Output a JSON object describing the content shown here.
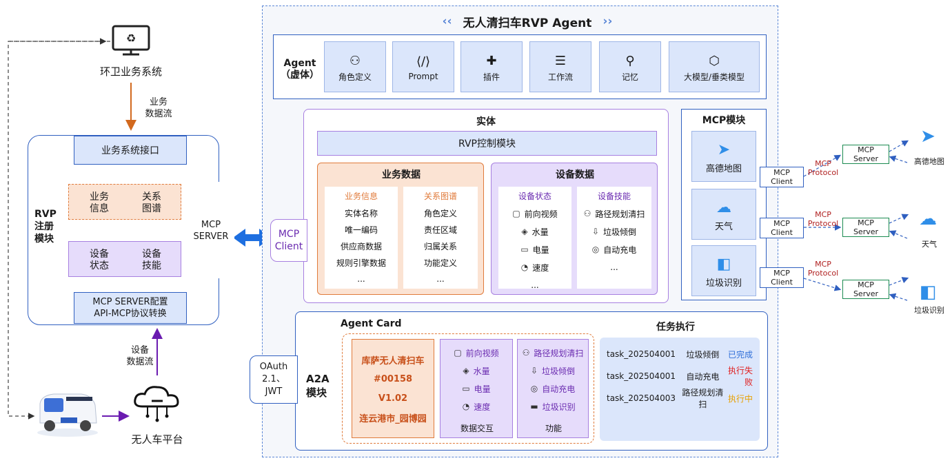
{
  "left": {
    "sanitation_system": "环卫业务系统",
    "business_flow": "业务\n数据流",
    "biz_interface": "业务系统接口",
    "biz_info": "业务\n信息",
    "relation_graph": "关系\n图谱",
    "device_status": "设备\n状态",
    "device_skill": "设备\n技能",
    "rvp_module": "RVP\n注册\n模块",
    "mcp_server": "MCP\nSERVER",
    "mcp_config": "MCP SERVER配置\nAPI-MCP协议转换",
    "device_flow": "设备\n数据流",
    "platform": "无人车平台"
  },
  "agent": {
    "title": "无人清扫车RVP Agent",
    "virtual_label": "Agent\n（虚体）",
    "features": [
      {
        "label": "角色定义",
        "icon": "role-icon"
      },
      {
        "label": "Prompt",
        "icon": "prompt-icon"
      },
      {
        "label": "插件",
        "icon": "plugin-icon"
      },
      {
        "label": "工作流",
        "icon": "workflow-icon"
      },
      {
        "label": "记忆",
        "icon": "memory-icon"
      },
      {
        "label": "大模型/垂类模型",
        "icon": "model-icon"
      }
    ]
  },
  "entity": {
    "title": "实体",
    "rvp_control": "RVP控制模块",
    "mcp_client": "MCP\nClient",
    "business_data": {
      "title": "业务数据",
      "info_title": "业务信息",
      "info_items": [
        "实体名称",
        "唯一编码",
        "供应商数据",
        "规则引擎数据",
        "..."
      ],
      "graph_title": "关系图谱",
      "graph_items": [
        "角色定义",
        "责任区域",
        "归属关系",
        "功能定义",
        "..."
      ]
    },
    "device_data": {
      "title": "设备数据",
      "status_title": "设备状态",
      "status_items": [
        "前向视频",
        "水量",
        "电量",
        "速度",
        "..."
      ],
      "skill_title": "设备技能",
      "skill_items": [
        "路径规划清扫",
        "垃圾倾倒",
        "自动充电",
        "..."
      ]
    }
  },
  "mcp_module": {
    "title": "MCP模块",
    "items": [
      {
        "label": "高德地图",
        "icon": "amap-icon"
      },
      {
        "label": "天气",
        "icon": "weather-icon"
      },
      {
        "label": "垃圾识别",
        "icon": "camera-icon"
      }
    ],
    "client": "MCP\nClient",
    "protocol": "MCP\nProtocol",
    "server": "MCP\nServer",
    "externals": [
      "高德地图",
      "天气",
      "垃圾识别"
    ]
  },
  "a2a": {
    "agent_card": "Agent Card",
    "oauth": "OAuth 2.1、\nJWT",
    "module": "A2A\n模块",
    "vehicle": [
      "库萨无人清扫车",
      "#00158",
      "V1.02",
      "连云港市_园博园"
    ],
    "interaction_items": [
      "前向视频",
      "水量",
      "电量",
      "速度"
    ],
    "interaction_label": "数据交互",
    "function_items": [
      "路径规划清扫",
      "垃圾倾倒",
      "自动充电",
      "垃圾识别",
      "..."
    ],
    "function_label": "功能",
    "tasks_title": "任务执行",
    "tasks": [
      {
        "id": "task_202504001",
        "name": "垃圾倾倒",
        "status": "已完成",
        "color": "#2f6fd8"
      },
      {
        "id": "task_202504001",
        "name": "自动充电",
        "status": "执行失败",
        "color": "#e02020"
      },
      {
        "id": "task_202504003",
        "name": "路径规划清扫",
        "status": "执行中",
        "color": "#e8a000"
      }
    ]
  },
  "colors": {
    "blue_border": "#2f5fc0",
    "purple_border": "#a77fe0",
    "orange_border": "#e07a3a",
    "light_blue": "#dbe6fb",
    "light_purple": "#e6dcfb",
    "light_orange": "#fbe3d3"
  }
}
